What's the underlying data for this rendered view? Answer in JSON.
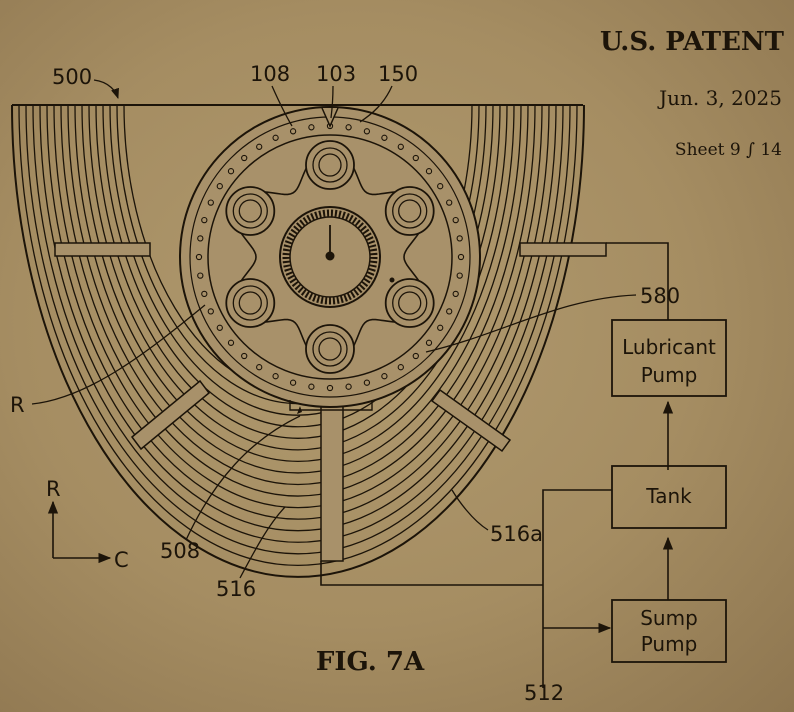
{
  "header": {
    "title": "U.S. PATENT",
    "date": "Jun. 3, 2025",
    "sheet": "Sheet 9 ∫ 14"
  },
  "figure": {
    "caption": "FIG. 7A",
    "ref_labels": {
      "assembly": "500",
      "top_a": "108",
      "top_b": "103",
      "top_c": "150",
      "radius": "R",
      "ring_inner": "508",
      "ring_body": "516",
      "ring_outer": "516a",
      "pipe": "512",
      "lube_line": "580"
    },
    "boxes": {
      "lubricant_pump": [
        "Lubricant",
        "Pump"
      ],
      "tank": "Tank",
      "sump_pump": [
        "Sump",
        "Pump"
      ]
    },
    "axes": {
      "r": "R",
      "c": "C"
    }
  }
}
